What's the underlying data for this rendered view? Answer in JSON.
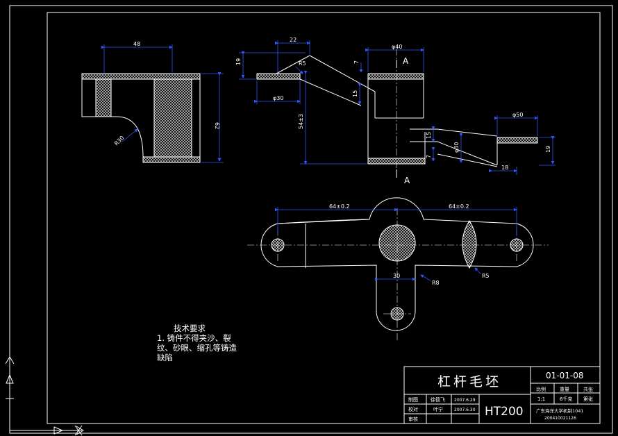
{
  "colors": {
    "line": "#ffffff",
    "dimension": "#3355ff",
    "background": "#000000"
  },
  "dimensions": {
    "d48": "48",
    "r30": "R30",
    "d62": "62",
    "d22": "22",
    "d19a": "19",
    "r5a": "R5",
    "dia30": "φ30",
    "d54": "54±3",
    "dia40": "φ40",
    "d7a": "7",
    "d15a": "15",
    "dia50": "φ50",
    "d15b": "15",
    "d7b": "7",
    "d30r": "φ30",
    "d19b": "19",
    "d18": "18",
    "section_a_top": "A",
    "section_a_bottom": "A",
    "d64l": "64±0.2",
    "d64r": "64±0.2",
    "d30": "30",
    "r8": "R8",
    "r5b": "R5"
  },
  "tech_requirements": {
    "title": "技术要求",
    "line1": "1. 铸件不得夹沙、裂",
    "line2": "纹、砂眼、缩孔等铸造",
    "line3": "缺陷"
  },
  "title_block": {
    "part_name": "杠杆毛坯",
    "drawing_no": "01-01-08",
    "material": "HT200",
    "col_scale": "比例",
    "col_weight": "重量",
    "col_qty": "共张",
    "scale": "1:1",
    "weight": "6千克",
    "qty": "第张",
    "row_draw": "制图",
    "row_check": "校对",
    "row_review": "审核",
    "draw_name": "徐德飞",
    "check_name": "叶宁",
    "draw_date": "2007.6.29",
    "check_date": "2007.6.30",
    "school1": "广东海洋大学机制1041",
    "school2": "200410021126"
  }
}
